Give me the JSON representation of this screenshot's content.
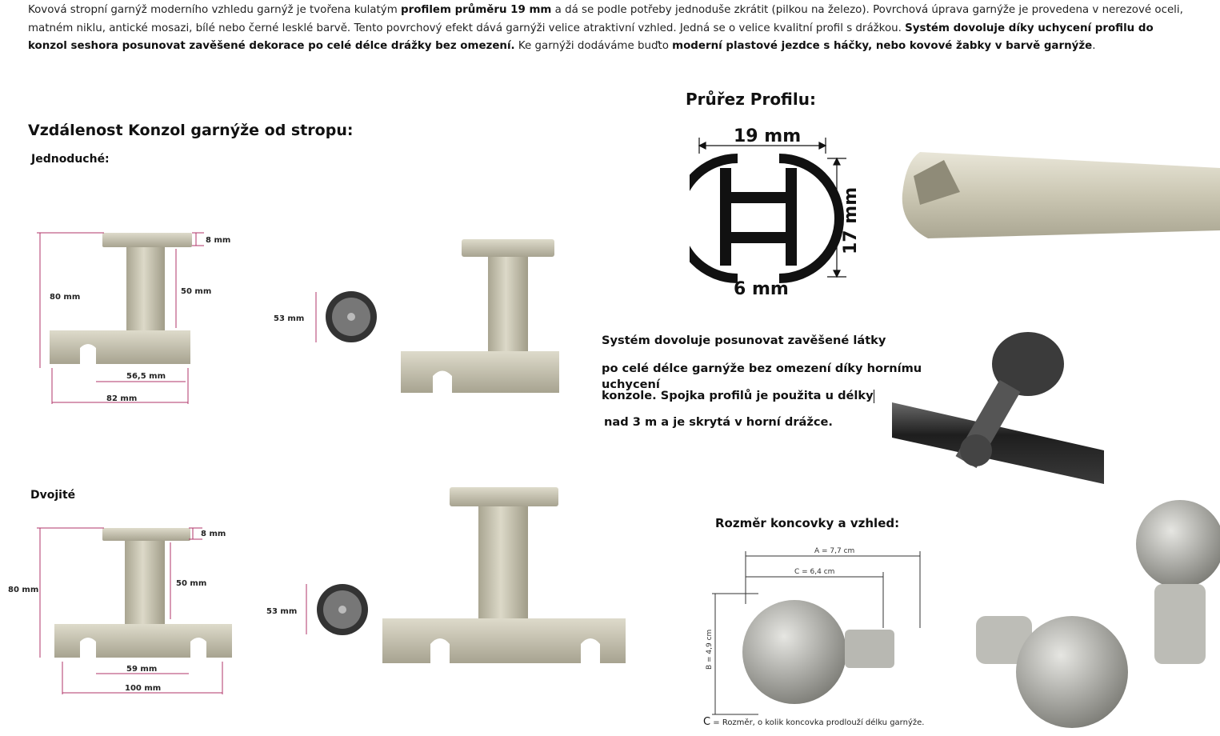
{
  "intro": {
    "p1": "Kovová stropní garnýž moderního vzhledu garnýž je tvořena kulatým ",
    "b1": "profilem průměru 19 mm",
    "p2": " a dá se podle potřeby jednoduše zkrátit (pilkou na železo). Povrchová úprava garnýže je provedena v nerezové oceli, matném niklu, antické mosazi, bílé nebo černé lesklé barvě. Tento povrchový efekt dává garnýži velice atraktivní vzhled. Jedná se o velice kvalitní profil s drážkou. ",
    "b2": "Systém dovoluje díky uchycení profilu do konzol seshora posunovat zavěšené dekorace po celé délce drážky bez omezení.",
    "p3": " Ke garnýži dodáváme buďto ",
    "b3": "moderní plastové jezdce s háčky, nebo kovové žabky v barvě garnýže",
    "p4": "."
  },
  "headings": {
    "distance": "Vzdálenost Konzol garnýže od stropu:",
    "single": "Jednoduché:",
    "double": "Dvojité",
    "profile": "Průřez Profilu:",
    "finial": "Rozměr koncovky a vzhled:"
  },
  "system_text": {
    "l1": "Systém dovoluje posunovat zavěšené látky",
    "l2": "po celé délce garnýže bez omezení díky hornímu uchycení",
    "l3": "konzole. Spojka profilů je použita u délky",
    "l4": "nad 3 m a je skrytá v horní drážce."
  },
  "single_dims": {
    "top": "8 mm",
    "stem": "50 mm",
    "height": "80 mm",
    "inner": "56,5 mm",
    "width": "82 mm",
    "base": "53 mm"
  },
  "double_dims": {
    "top": "8 mm",
    "stem": "50 mm",
    "height": "80 mm",
    "inner": "59 mm",
    "width": "100 mm",
    "base": "53 mm"
  },
  "profile_dims": {
    "width": "19 mm",
    "height": "17 mm",
    "slot": "6 mm"
  },
  "finial_dims": {
    "a": "A = 7,7 cm",
    "c": "C = 6,4 cm",
    "b": "B = 4,9 cm",
    "c_letter": "C",
    "caption": " = Rozměr, o kolik koncovka prodlouží délku garnýže."
  },
  "colors": {
    "metal": "#c9c5b2",
    "metal_dark": "#9f9b88",
    "dim_line": "#b0346a",
    "black": "#111111"
  }
}
